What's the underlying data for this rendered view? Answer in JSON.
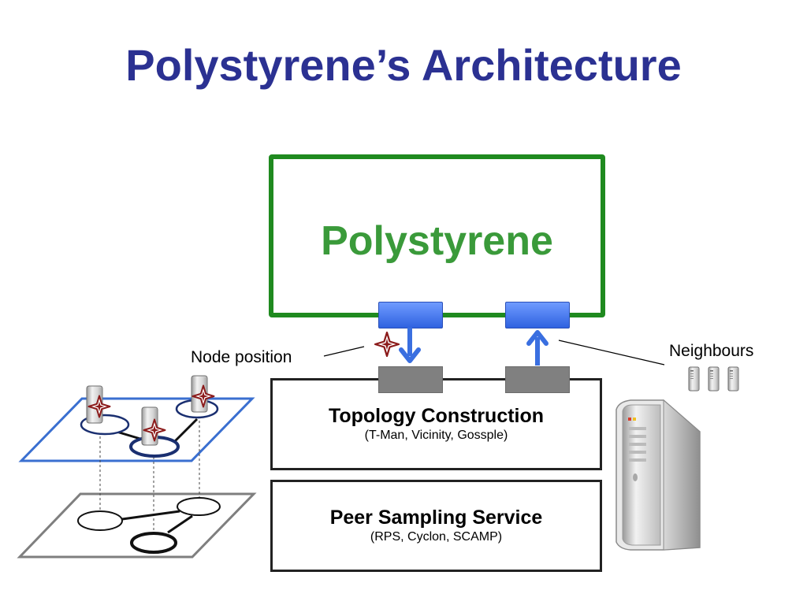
{
  "slide": {
    "title": "Polystyrene’s Architecture"
  },
  "polystyrene_box": {
    "label": "Polystyrene"
  },
  "layers": {
    "topology": {
      "title": "Topology Construction",
      "subtitle": "(T-Man, Vicinity, Gossple)"
    },
    "peer_sampling": {
      "title": "Peer Sampling Service",
      "subtitle": "(RPS, Cyclon, SCAMP)"
    }
  },
  "annotations": {
    "node_position": "Node position",
    "neighbours": "Neighbours"
  },
  "colors": {
    "title": "#2b3192",
    "polystyrene_border": "#1f8a1f",
    "polystyrene_text": "#3a9a3a",
    "port_blue": "#3a6ff0",
    "port_grey": "#808080",
    "arrow": "#3a6fe0",
    "upper_plane": "#3a6fd0",
    "lower_plane": "#7f7f7f",
    "star": "#8b1a1a"
  },
  "icons": {
    "position_marker": "four-point-star-icon",
    "server": "server-tower-icon",
    "neighbour_servers": "mini-server-icon"
  }
}
